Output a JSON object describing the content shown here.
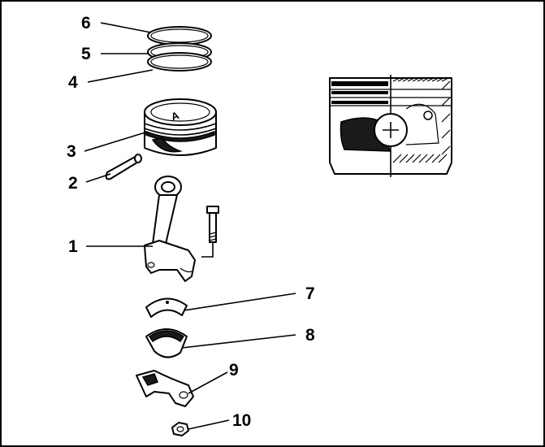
{
  "diagram": {
    "callouts": [
      {
        "number": "6",
        "part": "ring-top"
      },
      {
        "number": "5",
        "part": "ring-middle"
      },
      {
        "number": "4",
        "part": "ring-oil"
      },
      {
        "number": "3",
        "part": "piston"
      },
      {
        "number": "2",
        "part": "piston-pin"
      },
      {
        "number": "1",
        "part": "connecting-rod"
      },
      {
        "number": "7",
        "part": "bearing-shell-upper"
      },
      {
        "number": "8",
        "part": "bearing-shell-lower"
      },
      {
        "number": "9",
        "part": "rod-cap"
      },
      {
        "number": "10",
        "part": "nut"
      }
    ],
    "piston_mark": "A"
  }
}
